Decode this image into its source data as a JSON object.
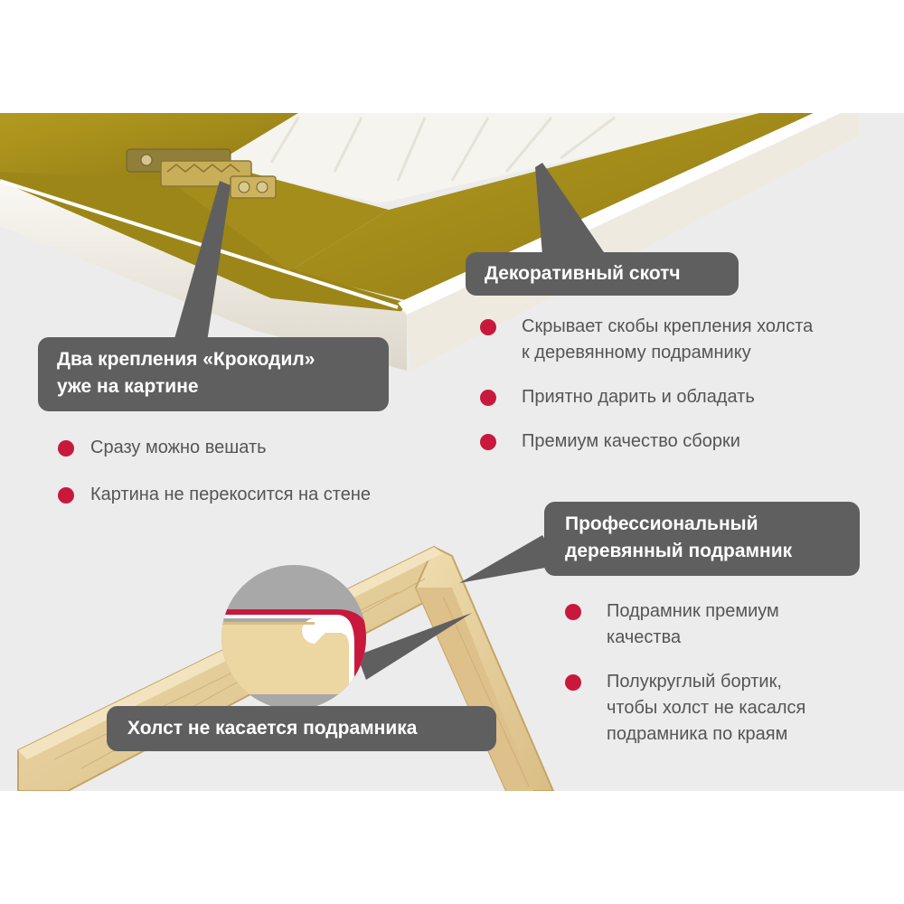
{
  "colors": {
    "background_band": "#ececec",
    "callout_bg": "#5f5f5f",
    "callout_text": "#ffffff",
    "bullet": "#c8193c",
    "body_text": "#555555",
    "tape": "#a8901a",
    "canvas": "#f4f1ea",
    "wood": "#e2c992"
  },
  "hooks_callout": {
    "lines": [
      "Два крепления «Крокодил»",
      "уже на картине"
    ],
    "bullets": [
      [
        "Сразу можно вешать"
      ],
      [
        "Картина не перекосится на стене"
      ]
    ]
  },
  "tape_callout": {
    "lines": [
      "Декоративный скотч"
    ],
    "bullets": [
      [
        "Скрывает скобы крепления холста",
        "к деревянному подрамнику"
      ],
      [
        "Приятно дарить и обладать"
      ],
      [
        "Премиум качество сборки"
      ]
    ]
  },
  "frame_callout": {
    "lines": [
      "Профессиональный",
      "деревянный подрамник"
    ],
    "bullets": [
      [
        "Подрамник премиум",
        "качества"
      ],
      [
        "Полукруглый бортик,",
        "чтобы холст не касался",
        "подрамника по краям"
      ]
    ]
  },
  "canvas_callout": {
    "lines": [
      "Холст не касается подрамника"
    ]
  },
  "icons": [
    "crocodile-hook-icon",
    "bullet-dot-icon",
    "frame-profile-icon"
  ]
}
